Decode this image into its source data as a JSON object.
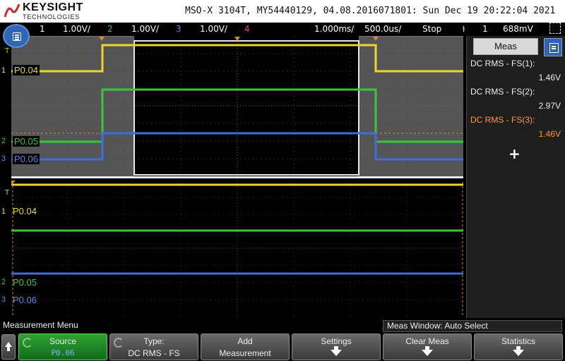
{
  "header": {
    "brand": "KEYSIGHT",
    "brand_sub": "TECHNOLOGIES",
    "info": "MSO-X 3104T, MY54440129, 04.08.2016071801: Sun Dec 19 20:22:04 2021"
  },
  "status": {
    "ch1_num": "1",
    "ch1_scale": "1.00V/",
    "ch2_num": "2",
    "ch2_scale": "1.00V/",
    "ch3_num": "3",
    "ch3_scale": "1.00V/",
    "ch4_num": "4",
    "time_delay": "1.000ms/",
    "time_scale": "500.0us/",
    "run_state": "Stop",
    "trigger_source": "1",
    "trigger_level": "688mV"
  },
  "colors": {
    "ch1": "#e8d82a",
    "ch2": "#3fc23f",
    "ch3": "#3a6fe0",
    "ch4": "#e0409a",
    "meas_highlight": "#ff9a1e"
  },
  "waveforms": {
    "top": {
      "ch1_label": "P0.04",
      "ch2_label": "P0.05",
      "ch3_label": "P0.06"
    },
    "bottom": {
      "ch1_label": "P0.04",
      "ch2_label": "P0.05",
      "ch3_label": "P0.06"
    },
    "marker_T": "T",
    "marker_1": "1",
    "marker_2": "2",
    "marker_3": "3"
  },
  "meas_panel": {
    "tab_label": "Meas",
    "items": [
      {
        "label": "DC RMS - FS(1):",
        "value": "1.46V"
      },
      {
        "label": "DC RMS - FS(2):",
        "value": "2.97V"
      },
      {
        "label": "DC RMS - FS(3):",
        "value": "1.46V"
      }
    ],
    "add_symbol": "+"
  },
  "menu": {
    "title": "Measurement Menu",
    "meas_window": "Meas Window: Auto Select"
  },
  "softkeys": {
    "source_l1": "Source",
    "source_l2": "P0.06",
    "type_l1": "Type:",
    "type_l2": "DC RMS - FS",
    "add_l1": "Add",
    "add_l2": "Measurement",
    "settings_l1": "Settings",
    "clear_l1": "Clear Meas",
    "stats_l1": "Statistics"
  }
}
